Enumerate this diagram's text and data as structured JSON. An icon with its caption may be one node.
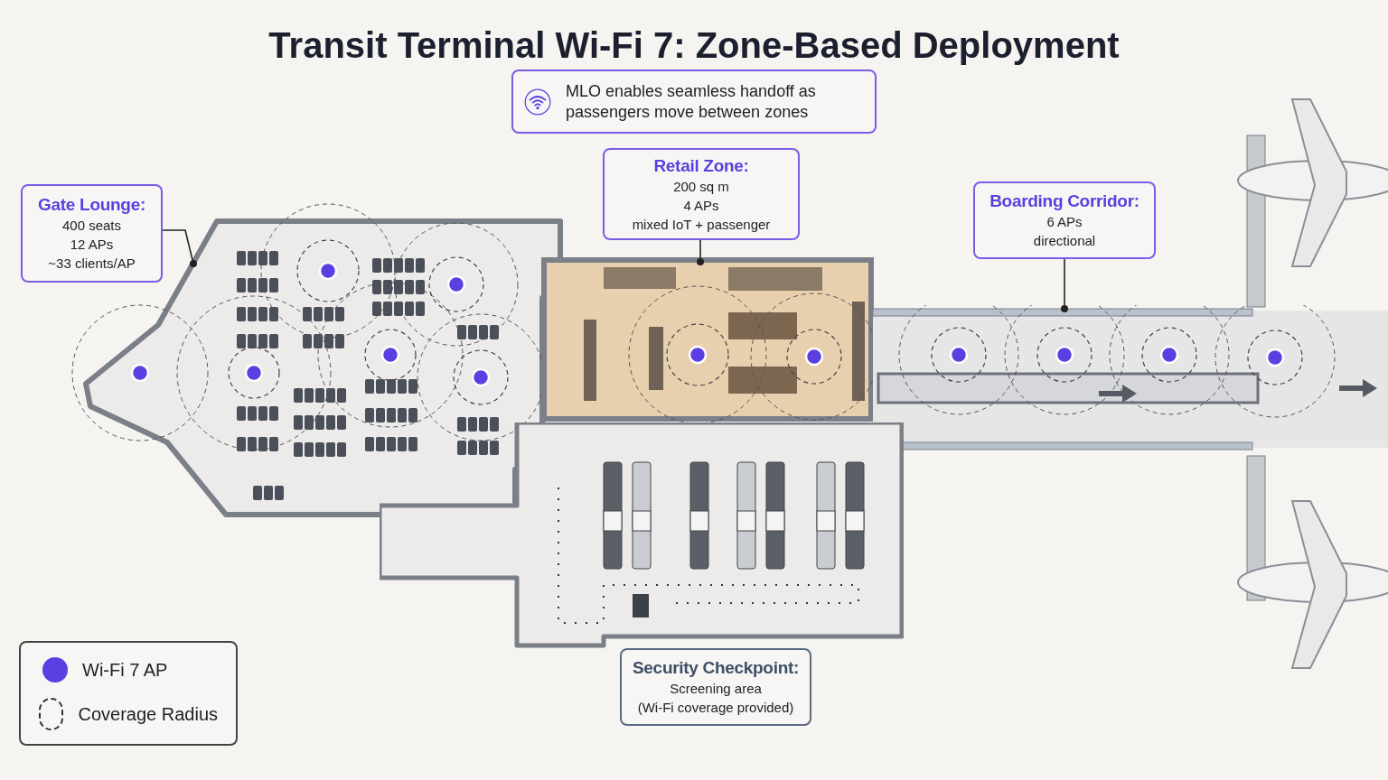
{
  "diagram": {
    "title": "Transit Terminal Wi-Fi 7: Zone-Based Deployment",
    "nodes": [
      {
        "text": [
          "MLO enables seamless handoff as passengers move between zones"
        ]
      },
      {
        "text": [
          "Gate Lounge:",
          "400 seats",
          "12 APs",
          "~33 clients/AP"
        ]
      },
      {
        "text": [
          "Retail Zone:",
          "200 sq m",
          "4 APs",
          "mixed IoT + passenger"
        ]
      },
      {
        "text": [
          "Boarding Corridor:",
          "6 APs",
          "directional"
        ]
      },
      {
        "text": [
          "Security Checkpoint:",
          "Screening area",
          "(Wi-Fi coverage provided)"
        ]
      },
      {
        "text": [],
        "shape": "box"
      },
      {
        "text": [],
        "shape": "box"
      },
      {
        "text": [],
        "shape": "box"
      },
      {
        "text": [],
        "shape": "box"
      }
    ],
    "edges": [
      {
        "from": 1,
        "to": 5,
        "arrow": "other"
      },
      {
        "from": 2,
        "to": 6,
        "arrow": "other"
      },
      {
        "from": 3,
        "to": 7,
        "arrow": "other"
      }
    ],
    "legend": [
      {
        "text": "Wi-Fi 7 AP",
        "color": "#5b3fe0"
      },
      {
        "text": "Coverage Radius"
      }
    ]
  }
}
